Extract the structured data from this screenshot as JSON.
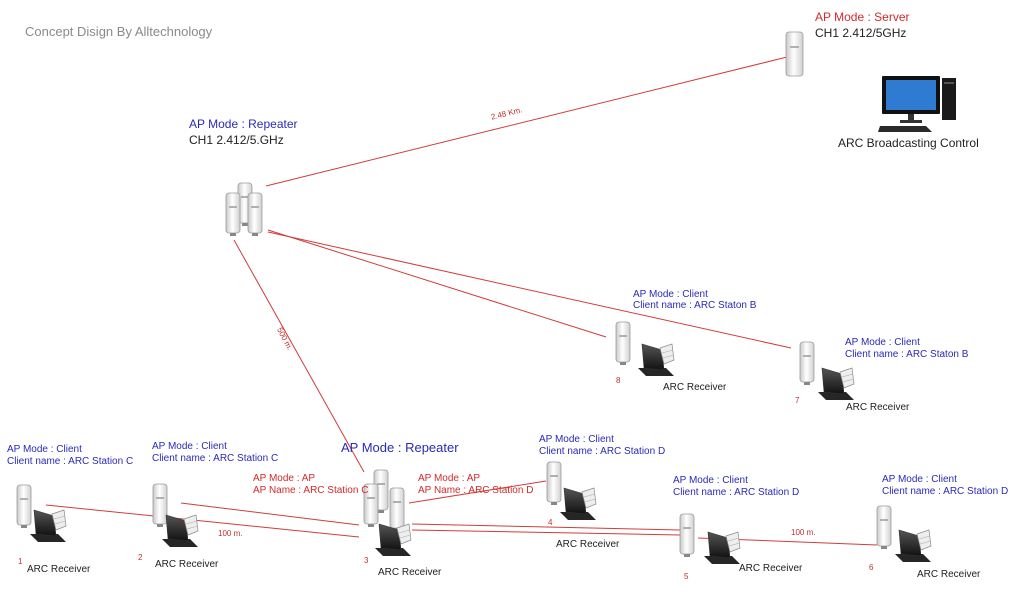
{
  "title": "Concept Disign By Alltechnology",
  "server": {
    "mode": "AP Mode :  Server",
    "channel": "CH1 2.412/5GHz"
  },
  "control": {
    "label": "ARC Broadcasting Control"
  },
  "repeater_top": {
    "mode": "AP Mode : Repeater",
    "channel": "CH1 2.412/5.GHz"
  },
  "repeater_center": {
    "mode": "AP Mode : Repeater"
  },
  "links": {
    "server_repeater": "2.48 Km.",
    "repeater_repeater": "500 m.",
    "left_link": "100 m.",
    "right_link": "100 m."
  },
  "ap_c": {
    "mode": "AP Mode : AP",
    "name": "AP Name : ARC Station C"
  },
  "ap_d": {
    "mode": "AP Mode : AP",
    "name": "AP Name : ARC Station D"
  },
  "nodes": [
    {
      "number": "8",
      "mode": "AP Mode : Client",
      "client": "Client name : ARC Staton B",
      "receiver": "ARC Receiver"
    },
    {
      "number": "7",
      "mode": "AP Mode : Client",
      "client": "Client name : ARC Staton B",
      "receiver": "ARC Receiver"
    },
    {
      "number": "1",
      "mode": "AP Mode : Client",
      "client": "Client name : ARC Station C",
      "receiver": "ARC Receiver"
    },
    {
      "number": "2",
      "mode": "AP Mode : Client",
      "client": "Client name : ARC Station C",
      "receiver": "ARC Receiver"
    },
    {
      "number": "3",
      "receiver": "ARC Receiver"
    },
    {
      "number": "4",
      "mode": "AP Mode : Client",
      "client": "Client name : ARC Station D",
      "receiver": "ARC Receiver"
    },
    {
      "number": "5",
      "mode": "AP Mode : Client",
      "client": "Client name : ARC Station D",
      "receiver": "ARC Receiver"
    },
    {
      "number": "6",
      "mode": "AP Mode : Client",
      "client": "Client name : ARC Station D",
      "receiver": "ARC Receiver"
    }
  ]
}
